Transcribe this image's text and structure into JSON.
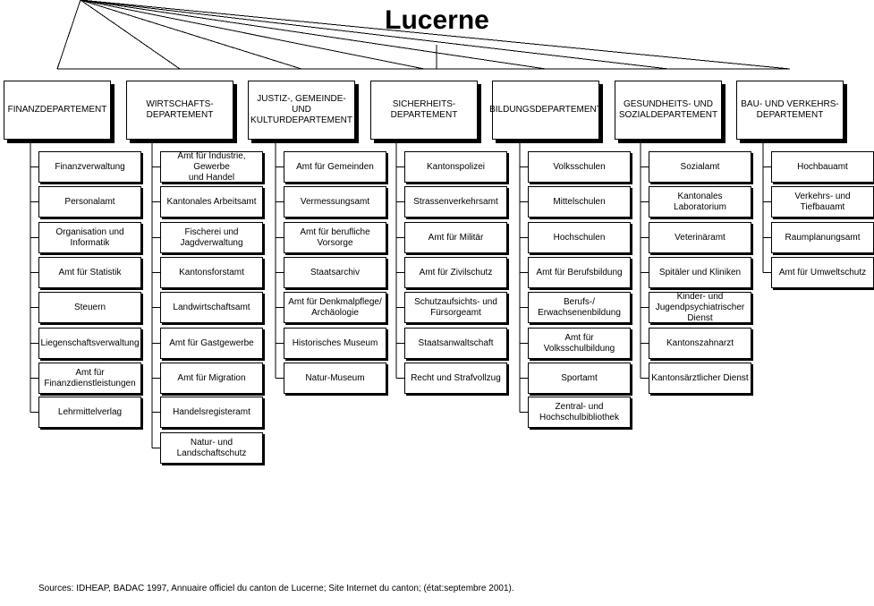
{
  "title": "Lucerne",
  "departments": [
    {
      "label": "FINANZDEPARTEMENT",
      "offices": [
        "Finanzverwaltung",
        "Personalamt",
        "Organisation und\nInformatik",
        "Amt für Statistik",
        "Steuern",
        "Liegenschaftsverwaltung",
        "Amt für\nFinanzdienstleistungen",
        "Lehrmittelverlag"
      ]
    },
    {
      "label": "WIRTSCHAFTS-\nDEPARTEMENT",
      "offices": [
        "Amt für Industrie, Gewerbe\nund Handel",
        "Kantonales Arbeitsamt",
        "Fischerei und\nJagdverwaltung",
        "Kantonsforstamt",
        "Landwirtschaftsamt",
        "Amt für Gastgewerbe",
        "Amt für Migration",
        "Handelsregisteramt",
        "Natur- und\nLandschaftschutz"
      ]
    },
    {
      "label": "JUSTIZ-, GEMEINDE- UND\nKULTURDEPARTEMENT",
      "offices": [
        "Amt für Gemeinden",
        "Vermessungsamt",
        "Amt für berufliche\nVorsorge",
        "Staatsarchiv",
        "Amt für Denkmalpflege/\nArchäologie",
        "Historisches Museum",
        "Natur-Museum"
      ]
    },
    {
      "label": "SICHERHEITS-\nDEPARTEMENT",
      "offices": [
        "Kantonspolizei",
        "Strassenverkehrsamt",
        "Amt für Militär",
        "Amt für Zivilschutz",
        "Schutzaufsichts- und\nFürsorgeamt",
        "Staatsanwaltschaft",
        "Recht und Strafvollzug"
      ]
    },
    {
      "label": "BILDUNGSDEPARTEMENT",
      "offices": [
        "Volksschulen",
        "Mittelschulen",
        "Hochschulen",
        "Amt für Berufsbildung",
        "Berufs-/\nErwachsenenbildung",
        "Amt für Volksschulbildung",
        "Sportamt",
        "Zentral- und\nHochschulbibliothek"
      ]
    },
    {
      "label": "GESUNDHEITS- UND\nSOZIALDEPARTEMENT",
      "offices": [
        "Sozialamt",
        "Kantonales Laboratorium",
        "Veterinäramt",
        "Spitäler und Kliniken",
        "Kinder- und\nJugendpsychiatrischer\nDienst",
        "Kantonszahnarzt",
        "Kantonsärztlicher Dienst"
      ]
    },
    {
      "label": "BAU- UND VERKEHRS-\nDEPARTEMENT",
      "offices": [
        "Hochbauamt",
        "Verkehrs- und Tiefbauamt",
        "Raumplanungsamt",
        "Amt für Umweltschutz"
      ]
    }
  ],
  "sources": "Sources: IDHEAP, BADAC 1997, Annuaire officiel du canton de Lucerne; Site Internet du canton; (état:septembre 2001)."
}
